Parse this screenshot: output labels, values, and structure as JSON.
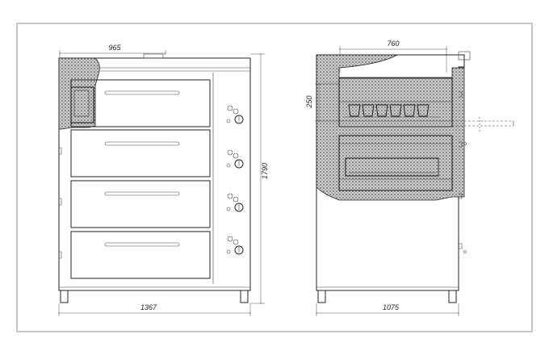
{
  "dimensions": {
    "front_top_width": "965",
    "front_total_height": "1790",
    "front_base_width": "1367",
    "side_top_depth": "760",
    "side_chamber_height": "250",
    "side_base_depth": "1075"
  },
  "front_view": {
    "deck_count": 4
  },
  "side_view": {
    "tray_count": 6
  },
  "colors": {
    "line": "#222222",
    "insulation": "#666666",
    "background": "#ffffff"
  }
}
